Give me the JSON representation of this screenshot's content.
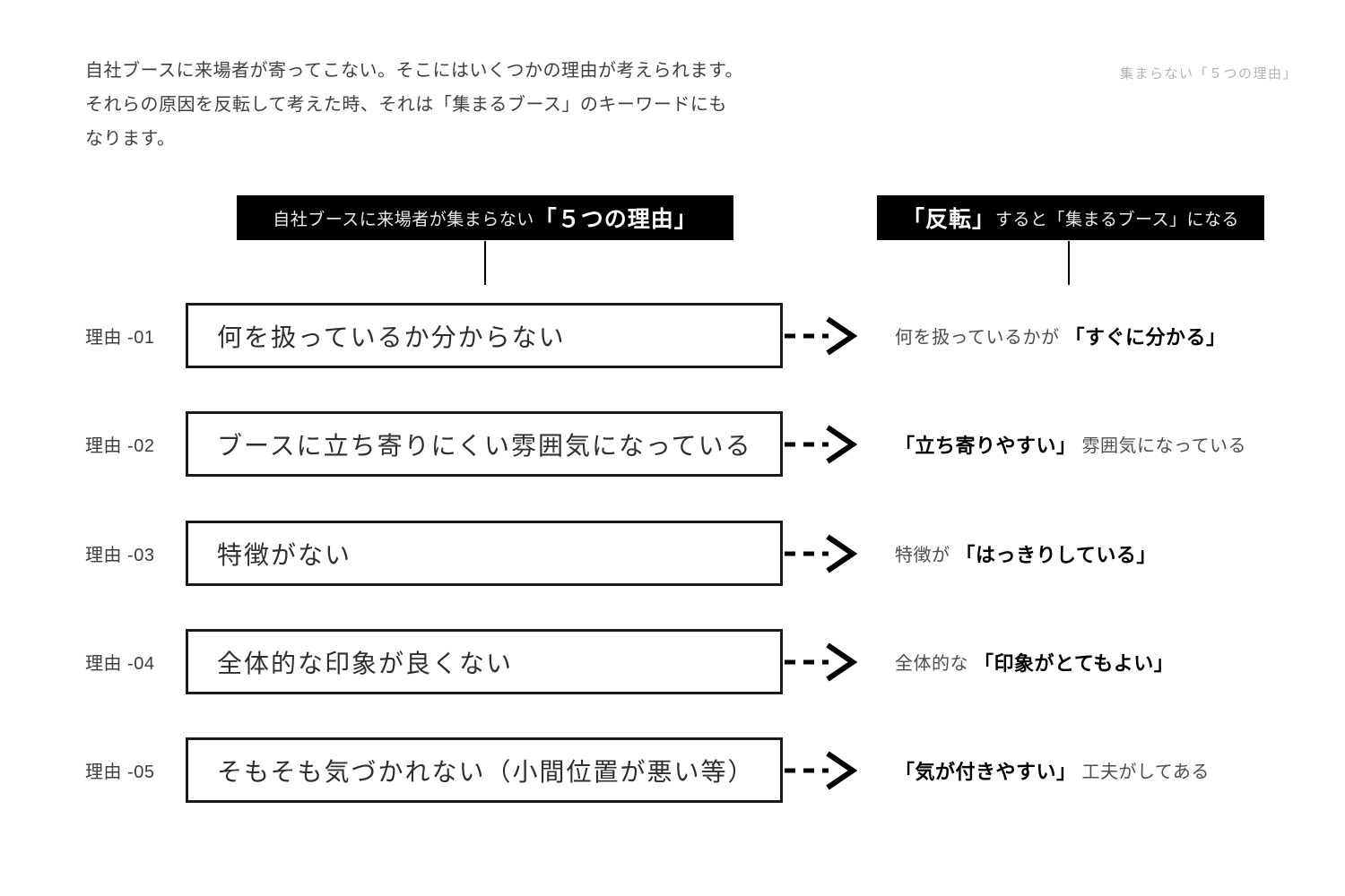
{
  "page": {
    "intro_lines": [
      "自社ブースに来場者が寄ってこない。そこにはいくつかの理由が考えられます。",
      "それらの原因を反転して考えた時、それは「集まるブース」のキーワードにも",
      "なります。"
    ],
    "corner_note": "集まらない「５つの理由」"
  },
  "headers": {
    "left": {
      "regular": "自社ブースに来場者が集まらない",
      "emphasis": "「５つの理由」"
    },
    "right": {
      "emphasis": "「反転」",
      "regular": "すると「集まるブース」になる"
    }
  },
  "rows": [
    {
      "label": "理由 -01",
      "reason": "何を扱っているか分からない",
      "pre": "何を扱っているかが",
      "key": "「すぐに分かる」",
      "post": ""
    },
    {
      "label": "理由 -02",
      "reason": "ブースに立ち寄りにくい雰囲気になっている",
      "pre": "",
      "key": "「立ち寄りやすい」",
      "post": "雰囲気になっている"
    },
    {
      "label": "理由 -03",
      "reason": "特徴がない",
      "pre": "特徴が",
      "key": "「はっきりしている」",
      "post": ""
    },
    {
      "label": "理由 -04",
      "reason": "全体的な印象が良くない",
      "pre": "全体的な",
      "key": "「印象がとてもよい」",
      "post": ""
    },
    {
      "label": "理由 -05",
      "reason": "そもそも気づかれない（小間位置が悪い等）",
      "pre": "",
      "key": "「気が付きやすい」",
      "post": "工夫がしてある"
    }
  ],
  "colors": {
    "banner_bg": "#000000",
    "banner_text": "#ffffff",
    "box_border": "#1a1a1a",
    "body_text": "#3f3f3f",
    "muted_note": "#b3b3b3",
    "reversed_regular": "#4d4d4d",
    "reversed_bold": "#000000"
  }
}
